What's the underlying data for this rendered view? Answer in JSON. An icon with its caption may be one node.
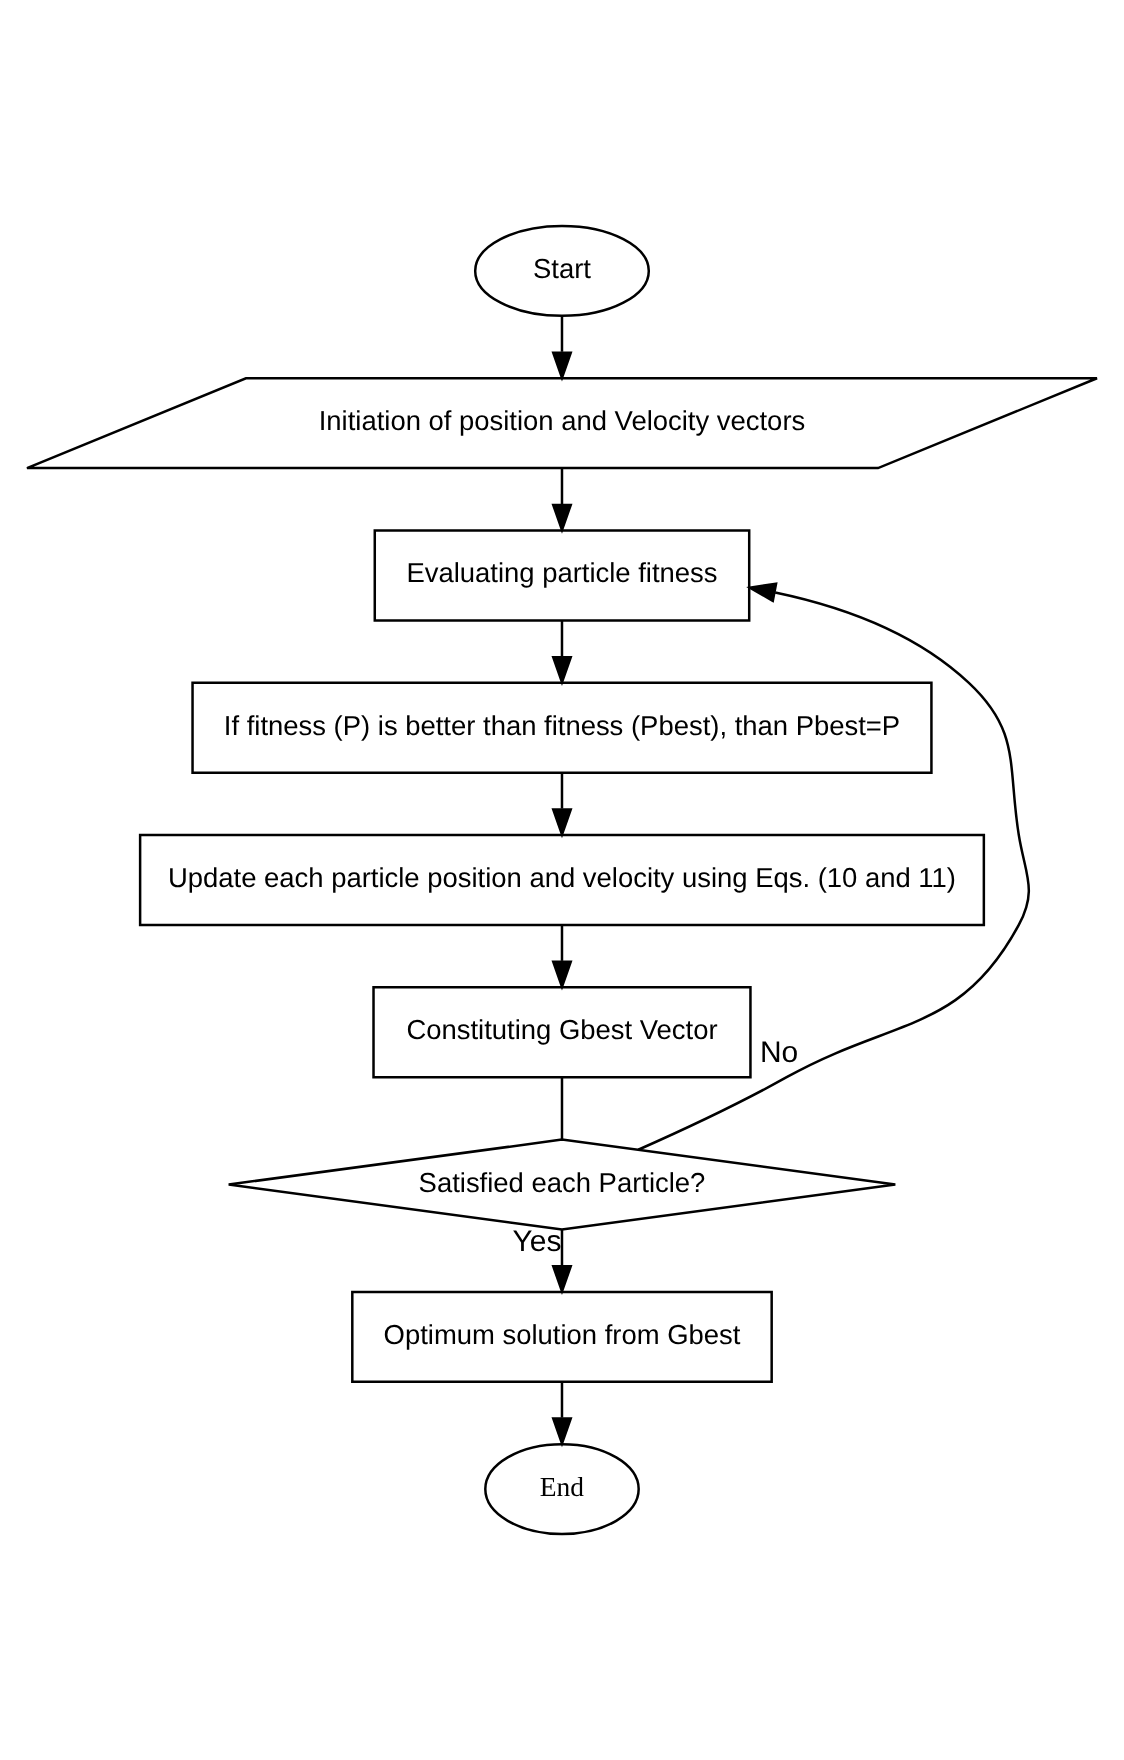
{
  "diagram": {
    "nodes": [
      {
        "text": [
          "Start"
        ]
      },
      {
        "text": [
          "Initiation of position and Velocity vectors"
        ]
      },
      {
        "text": [
          "Evaluating particle fitness"
        ]
      },
      {
        "text": [
          "If fitness (P) is better than fitness (Pbest), than Pbest=P"
        ]
      },
      {
        "text": [
          "Update each particle position and velocity using Eqs. (10 and 11)"
        ]
      },
      {
        "text": [
          "Constituting Gbest Vector"
        ]
      },
      {
        "text": [
          "Satisfied each Particle?"
        ]
      },
      {
        "text": [
          "Optimum solution from Gbest"
        ]
      },
      {
        "text": [
          "End"
        ]
      }
    ],
    "edges": [
      {
        "from": 0,
        "to": 1,
        "arrow": "to"
      },
      {
        "from": 1,
        "to": 2,
        "arrow": "to"
      },
      {
        "from": 2,
        "to": 3,
        "arrow": "to"
      },
      {
        "from": 3,
        "to": 4,
        "arrow": "to"
      },
      {
        "from": 4,
        "to": 5,
        "arrow": "to"
      },
      {
        "from": 5,
        "to": 6,
        "arrow": "none"
      },
      {
        "from": 6,
        "to": 2,
        "arrow": "to",
        "label": "No"
      },
      {
        "from": 6,
        "to": 7,
        "arrow": "to",
        "label": "Yes"
      },
      {
        "from": 7,
        "to": 8,
        "arrow": "to"
      }
    ]
  }
}
